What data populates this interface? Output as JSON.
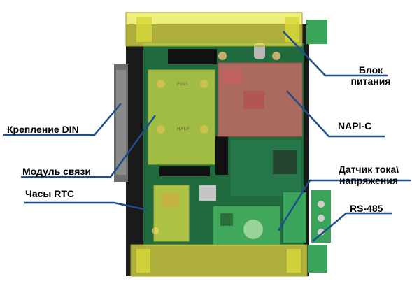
{
  "annotations": {
    "power_block": {
      "line1": "Блок",
      "line2": "питания"
    },
    "napi": "NAPI-C",
    "din_mount": "Крепление DIN",
    "comm_module": "Модуль связи",
    "current_sensor": {
      "line1": "Датчик тока\\",
      "line2": "напряжения"
    },
    "rtc": "Часы RTC",
    "rs485": "RS-485"
  },
  "board_silkscreen": {
    "full": "FULL",
    "half": "HALF"
  },
  "colors": {
    "highlight_yellow": "#e8e84a",
    "highlight_red": "#e06a6a",
    "pcb_green": "#1f6b3e",
    "terminal_green": "#3aa55a",
    "leader_line": "#1f4e8c"
  }
}
